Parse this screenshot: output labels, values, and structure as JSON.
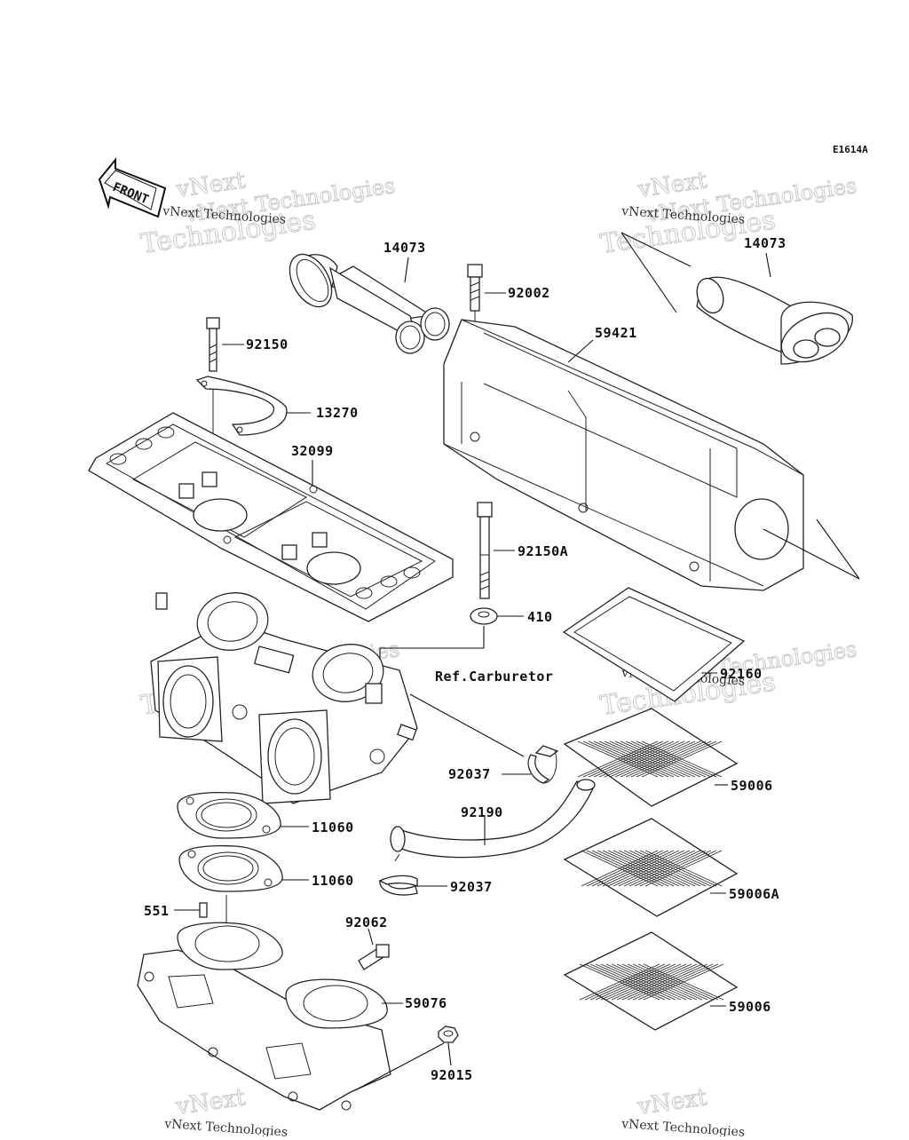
{
  "diagram_code": "E1614A",
  "front_label": "FRONT",
  "ref_text": "Ref.Carburetor",
  "watermark": {
    "line1": "vNext",
    "line2": "vNext Technologies",
    "line3": "Technologies"
  },
  "parts": [
    {
      "id": "p14073a",
      "number": "14073"
    },
    {
      "id": "p14073b",
      "number": "14073"
    },
    {
      "id": "p92002",
      "number": "92002"
    },
    {
      "id": "p59421",
      "number": "59421"
    },
    {
      "id": "p92150",
      "number": "92150"
    },
    {
      "id": "p13270",
      "number": "13270"
    },
    {
      "id": "p32099",
      "number": "32099"
    },
    {
      "id": "p92150A",
      "number": "92150A"
    },
    {
      "id": "p410",
      "number": "410"
    },
    {
      "id": "p92160",
      "number": "92160"
    },
    {
      "id": "p92037a",
      "number": "92037"
    },
    {
      "id": "p59006a",
      "number": "59006"
    },
    {
      "id": "p92190",
      "number": "92190"
    },
    {
      "id": "p11060a",
      "number": "11060"
    },
    {
      "id": "p11060b",
      "number": "11060"
    },
    {
      "id": "p92037b",
      "number": "92037"
    },
    {
      "id": "p59006A",
      "number": "59006A"
    },
    {
      "id": "p551",
      "number": "551"
    },
    {
      "id": "p92062",
      "number": "92062"
    },
    {
      "id": "p59076",
      "number": "59076"
    },
    {
      "id": "p59006b",
      "number": "59006"
    },
    {
      "id": "p92015",
      "number": "92015"
    }
  ]
}
